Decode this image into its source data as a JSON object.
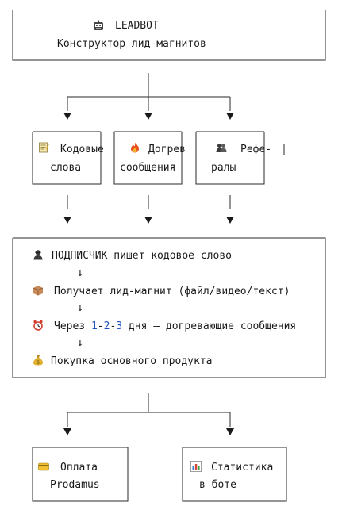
{
  "header": {
    "icon": "robot-icon",
    "title": "LEADBOT",
    "subtitle": "Конструктор лид-магнитов"
  },
  "sources": [
    {
      "icon": "memo-icon",
      "line1": "Кодовые",
      "line2": "слова"
    },
    {
      "icon": "fire-icon",
      "line1": "Догрев",
      "line2": "сообщения"
    },
    {
      "icon": "users-icon",
      "line1": "Рефе-",
      "line2": "ралы"
    }
  ],
  "flow": {
    "step1": {
      "icon": "subscriber-icon",
      "text": "ПОДПИСЧИК пишет кодовое слово"
    },
    "step2": {
      "icon": "package-icon",
      "text": "Получает лид-магнит (файл/видео/текст)"
    },
    "step3": {
      "icon": "alarm-clock-icon",
      "prefix": "Через ",
      "n1": "1",
      "d1": "-",
      "n2": "2",
      "d2": "-",
      "n3": "3",
      "suffix": " дня — догревающие сообщения"
    },
    "step4": {
      "icon": "money-bag-icon",
      "text": "Покупка основного продукта"
    },
    "arrow": "↓"
  },
  "outputs": [
    {
      "icon": "credit-card-icon",
      "line1": "Оплата",
      "line2": "Prodamus"
    },
    {
      "icon": "bar-chart-icon",
      "line1": "Статистика",
      "line2": "в боте"
    }
  ]
}
